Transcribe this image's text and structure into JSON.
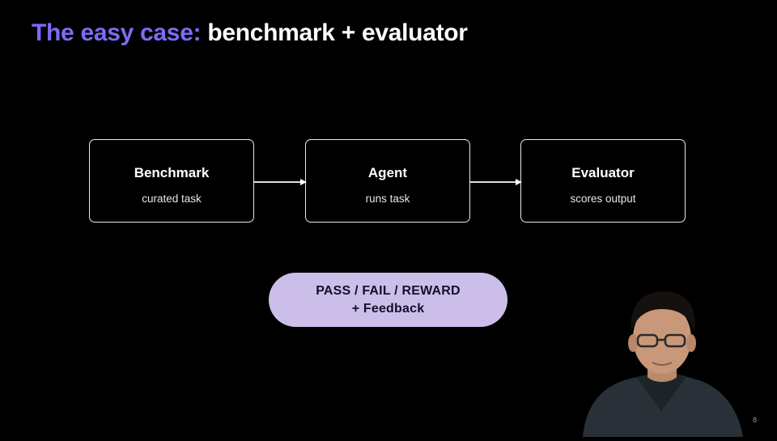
{
  "slide": {
    "title_accent": "The easy case:",
    "title_rest": "benchmark + evaluator",
    "page_number": "8"
  },
  "flow": {
    "steps": [
      {
        "title": "Benchmark",
        "subtitle": "curated task"
      },
      {
        "title": "Agent",
        "subtitle": "runs task"
      },
      {
        "title": "Evaluator",
        "subtitle": "scores output"
      }
    ]
  },
  "result": {
    "line1": "PASS / FAIL / REWARD",
    "line2": "+ Feedback"
  },
  "colors": {
    "background": "#000000",
    "title_accent": "#7b6cf6",
    "box_border": "#e8e8e8",
    "pill_fill": "#cbbfea",
    "pill_text": "#12102a"
  }
}
